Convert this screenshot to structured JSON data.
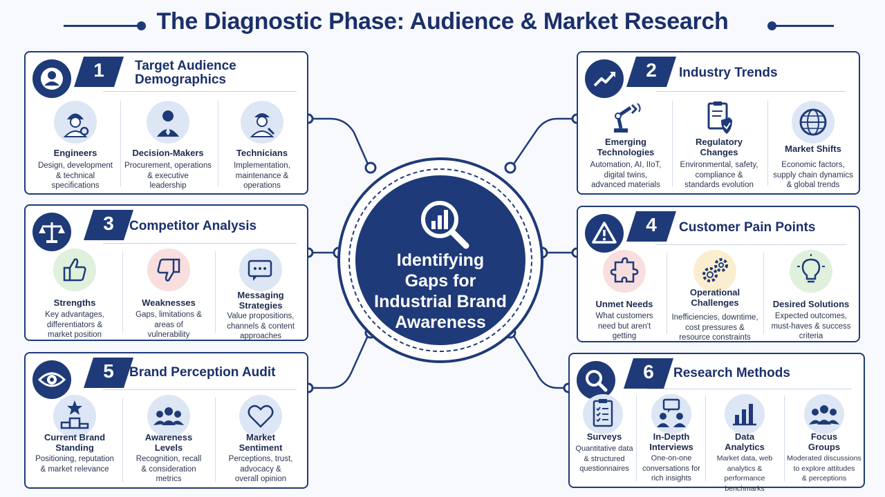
{
  "title": "The Diagnostic Phase: Audience & Market Research",
  "center": {
    "text": "Identifying\nGaps for\nIndustrial Brand\nAwareness",
    "icon": "magnifier-chart-icon"
  },
  "colors": {
    "navy": "#1f3a78",
    "blue_tint": "#dde6f5",
    "green_tint": "#dff0dc",
    "red_tint": "#f8dede",
    "yellow_tint": "#fbeed0"
  },
  "panels": [
    {
      "number": "1",
      "title": "Target Audience\nDemographics",
      "icon": "user-icon",
      "items": [
        {
          "label": "Engineers",
          "desc": "Design, development\n& technical\nspecifications",
          "icon": "engineer-icon"
        },
        {
          "label": "Decision-Makers",
          "desc": "Procurement, operations\n& executive\nleadership",
          "icon": "business-person-icon"
        },
        {
          "label": "Technicians",
          "desc": "Implementation,\nmaintenance &\noperations",
          "icon": "technician-icon"
        }
      ]
    },
    {
      "number": "2",
      "title": "Industry Trends",
      "icon": "trend-up-icon",
      "items": [
        {
          "label": "Emerging\nTechnologies",
          "desc": "Automation, AI, IIoT,\ndigital twins,\nadvanced materials",
          "icon": "robot-arm-icon"
        },
        {
          "label": "Regulatory\nChanges",
          "desc": "Environmental, safety,\ncompliance &\nstandards evolution",
          "icon": "clipboard-shield-icon"
        },
        {
          "label": "Market Shifts",
          "desc": "Economic factors,\nsupply chain dynamics\n& global trends",
          "icon": "globe-icon"
        }
      ]
    },
    {
      "number": "3",
      "title": "Competitor Analysis",
      "icon": "scales-icon",
      "items": [
        {
          "label": "Strengths",
          "desc": "Key advantages,\ndifferentiators &\nmarket position",
          "icon": "thumbs-up-icon"
        },
        {
          "label": "Weaknesses",
          "desc": "Gaps, limitations &\nareas of\nvulnerability",
          "icon": "thumbs-down-icon"
        },
        {
          "label": "Messaging\nStrategies",
          "desc": "Value propositions,\nchannels & content\napproaches",
          "icon": "chat-icon"
        }
      ]
    },
    {
      "number": "4",
      "title": "Customer Pain Points",
      "icon": "warning-icon",
      "items": [
        {
          "label": "Unmet Needs",
          "desc": "What customers\nneed but aren't\ngetting",
          "icon": "puzzle-icon"
        },
        {
          "label": "Operational\nChallenges",
          "desc": "Inefficiencies, downtime,\ncost pressures &\nresource constraints",
          "icon": "gears-icon"
        },
        {
          "label": "Desired Solutions",
          "desc": "Expected outcomes,\nmust-haves & success\ncriteria",
          "icon": "lightbulb-icon"
        }
      ]
    },
    {
      "number": "5",
      "title": "Brand Perception Audit",
      "icon": "eye-icon",
      "items": [
        {
          "label": "Current Brand\nStanding",
          "desc": "Positioning, reputation\n& market relevance",
          "icon": "podium-star-icon"
        },
        {
          "label": "Awareness\nLevels",
          "desc": "Recognition, recall\n& consideration\nmetrics",
          "icon": "people-group-icon"
        },
        {
          "label": "Market\nSentiment",
          "desc": "Perceptions, trust,\nadvocacy &\noverall opinion",
          "icon": "heart-icon"
        }
      ]
    },
    {
      "number": "6",
      "title": "Research Methods",
      "icon": "search-icon",
      "items": [
        {
          "label": "Surveys",
          "desc": "Quantitative data\n& structured\nquestionnaires",
          "icon": "checklist-icon"
        },
        {
          "label": "In-Depth\nInterviews",
          "desc": "One-on-one\nconversations for\nrich insights",
          "icon": "interview-icon"
        },
        {
          "label": "Data\nAnalytics",
          "desc": "Market data, web\nanalytics & performance\nbenchmarks",
          "icon": "bar-chart-icon"
        },
        {
          "label": "Focus\nGroups",
          "desc": "Moderated discussions\nto explore attitudes\n& perceptions",
          "icon": "group-icon"
        }
      ]
    }
  ]
}
